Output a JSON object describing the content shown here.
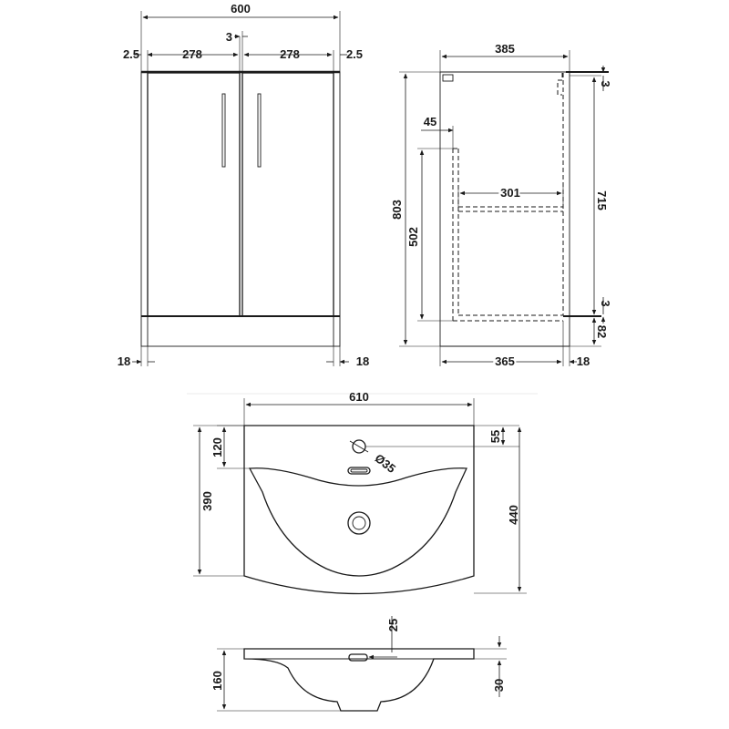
{
  "colors": {
    "line": "#1a1a1a",
    "background": "#ffffff"
  },
  "front_view": {
    "overall_width": "600",
    "side_gap_left": "2.5",
    "door_width_left": "278",
    "door_gap": "3",
    "door_width_right": "278",
    "side_gap_right": "2.5",
    "panel_left": "18",
    "panel_right": "18"
  },
  "side_view": {
    "depth": "385",
    "height": "803",
    "top_gap": "3",
    "inset": "45",
    "shelf_depth": "301",
    "inner_height": "502",
    "door_height": "715",
    "bottom_gap": "3",
    "plinth": "82",
    "base_depth": "365",
    "back_panel": "18"
  },
  "basin_plan": {
    "width": "610",
    "tap_offset": "120",
    "tap_hole_edge": "55",
    "tap_hole_diameter": "Ø35",
    "bowl_depth": "390",
    "overall_depth": "440"
  },
  "basin_section": {
    "overflow": "25",
    "height": "160",
    "rim": "30"
  }
}
